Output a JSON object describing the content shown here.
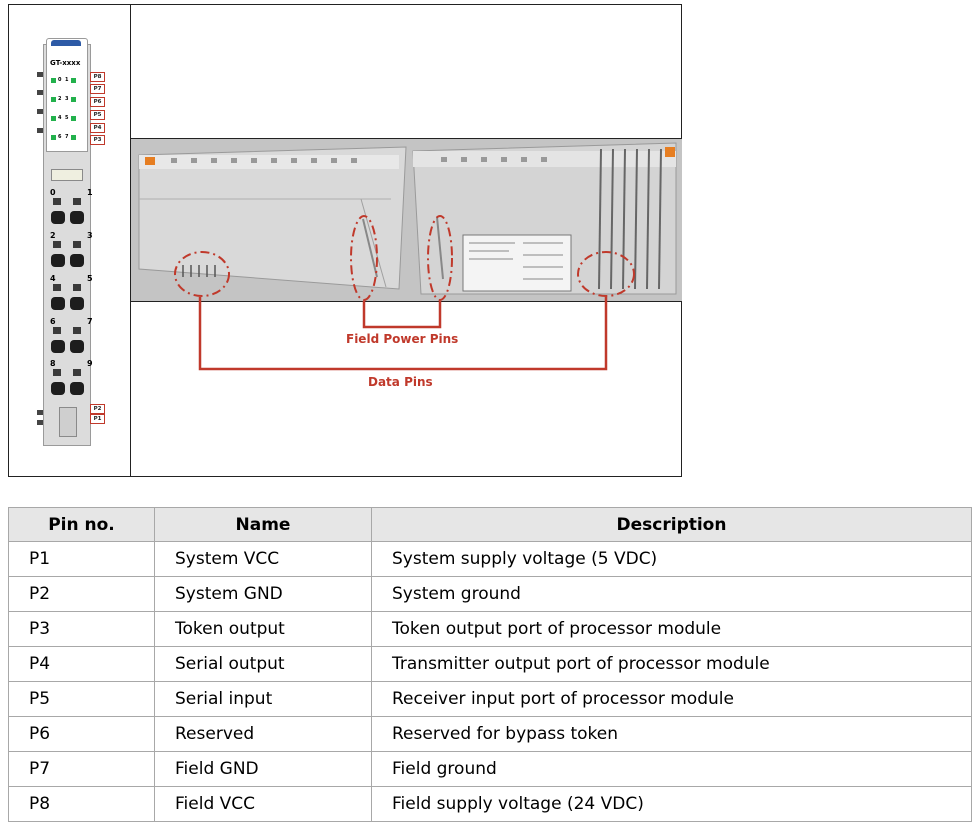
{
  "figure": {
    "module": {
      "title": "GT-xxxx",
      "led_rows": [
        {
          "a": "0",
          "b": "1"
        },
        {
          "a": "2",
          "b": "3"
        },
        {
          "a": "4",
          "b": "5"
        },
        {
          "a": "6",
          "b": "7"
        }
      ],
      "pin_tags_top": [
        "P8",
        "P7",
        "P6",
        "P5",
        "P4",
        "P3"
      ],
      "pin_tags_bottom": [
        "P2",
        "P1"
      ],
      "terminal_numbers": [
        "0",
        "1",
        "2",
        "3",
        "4",
        "5",
        "6",
        "7",
        "8",
        "9"
      ]
    },
    "callouts": {
      "field_power_pins": "Field Power Pins",
      "data_pins": "Data Pins"
    },
    "colors": {
      "callout": "#c0392b",
      "led": "#22b14c",
      "cap": "#2d5aa6"
    }
  },
  "table": {
    "headers": {
      "pin": "Pin no.",
      "name": "Name",
      "description": "Description"
    },
    "rows": [
      {
        "pin": "P1",
        "name": "System VCC",
        "description": "System supply voltage (5 VDC)"
      },
      {
        "pin": "P2",
        "name": "System GND",
        "description": "System ground"
      },
      {
        "pin": "P3",
        "name": "Token output",
        "description": "Token output port of processor module"
      },
      {
        "pin": "P4",
        "name": "Serial output",
        "description": "Transmitter output port of processor module"
      },
      {
        "pin": "P5",
        "name": "Serial input",
        "description": "Receiver input port of processor module"
      },
      {
        "pin": "P6",
        "name": "Reserved",
        "description": "Reserved for bypass token"
      },
      {
        "pin": "P7",
        "name": "Field GND",
        "description": "Field ground"
      },
      {
        "pin": "P8",
        "name": "Field VCC",
        "description": "Field supply voltage (24 VDC)"
      }
    ]
  }
}
